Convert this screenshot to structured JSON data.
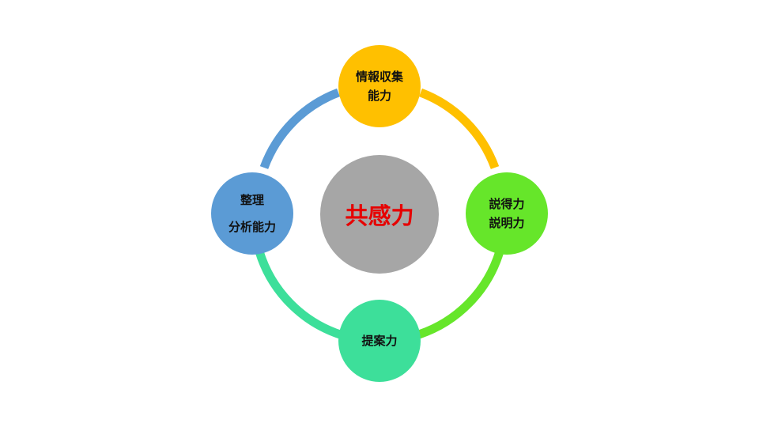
{
  "center": {
    "label": "共感力",
    "color": "#a6a6a6",
    "text_color": "#e60000"
  },
  "nodes": {
    "top": {
      "line1": "情報収集",
      "line2": "能力",
      "color": "#ffc000"
    },
    "right": {
      "line1": "説得力",
      "line2": "説明力",
      "color": "#66e62a"
    },
    "bottom": {
      "line1": "提案力",
      "color": "#3ddf9a"
    },
    "left": {
      "line1": "整理",
      "line2": "分析能力",
      "color": "#5b9bd5"
    }
  },
  "ring": {
    "arc_top_right_color": "#ffc000",
    "arc_right_bottom_color": "#66e62a",
    "arc_bottom_left_color": "#3ddf9a",
    "arc_left_top_color": "#5b9bd5"
  }
}
